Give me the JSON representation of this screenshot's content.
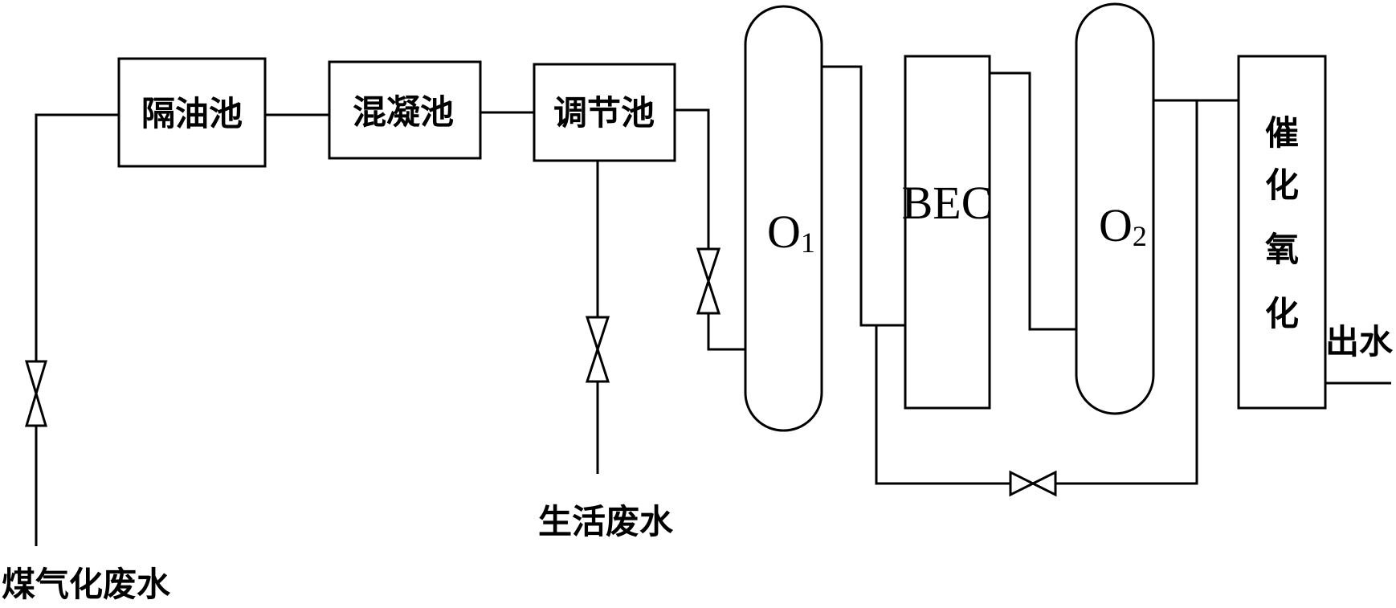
{
  "units": {
    "oil_separator": "隔油池",
    "coagulation": "混凝池",
    "regulating": "调节池",
    "o1_main": "O",
    "o1_sub": "1",
    "bec": "BEC",
    "o2_main": "O",
    "o2_sub": "2",
    "catalytic_oxidation": [
      "催",
      "化",
      "氧",
      "化"
    ]
  },
  "streams": {
    "coal_gasification_wastewater": "煤气化废水",
    "domestic_wastewater": "生活废水",
    "effluent": "出水"
  }
}
